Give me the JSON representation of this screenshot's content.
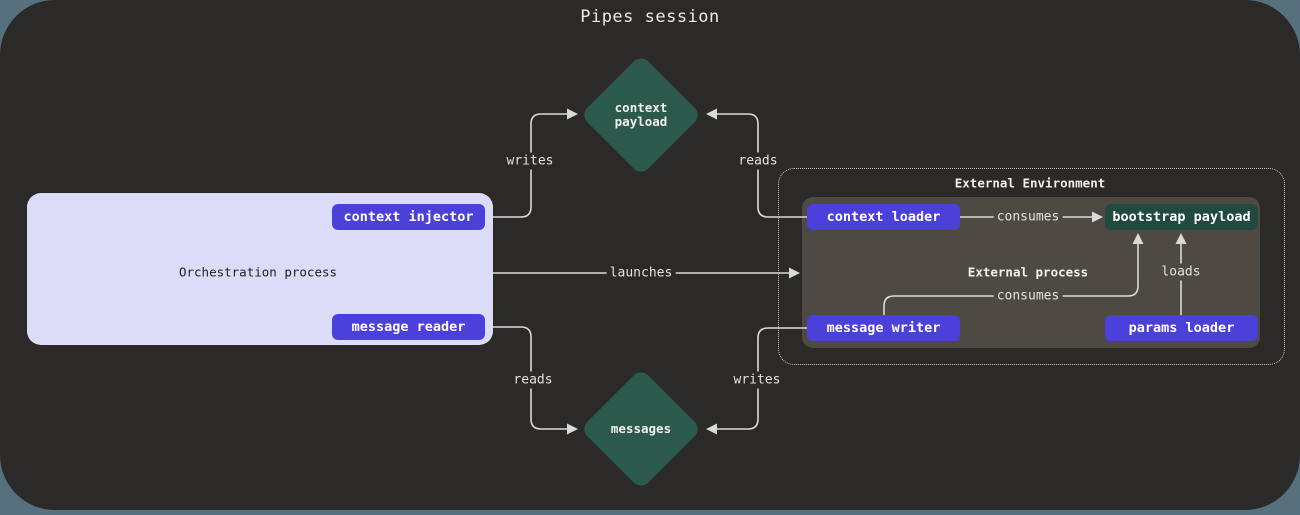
{
  "title": "Pipes session",
  "orchestration": {
    "label": "Orchestration process",
    "buttons": {
      "context_injector": "context injector",
      "message_reader": "message reader"
    }
  },
  "external_environment": {
    "title": "External Environment",
    "process": {
      "label": "External process",
      "buttons": {
        "context_loader": "context loader",
        "bootstrap_payload": "bootstrap payload",
        "message_writer": "message writer",
        "params_loader": "params loader"
      }
    }
  },
  "diamonds": {
    "context_payload": "context\npayload",
    "messages": "messages"
  },
  "edge_labels": {
    "writes_top": "writes",
    "reads_top": "reads",
    "launches": "launches",
    "reads_bottom": "reads",
    "writes_bottom": "writes",
    "consumes_top": "consumes",
    "consumes_bottom": "consumes",
    "loads": "loads"
  },
  "colors": {
    "page_bg": "#56707e",
    "canvas_bg": "#2b2a28",
    "node_purple": "#4c40da",
    "node_green": "#20493f",
    "diamond_green": "#2b5a4c",
    "orchestration_bg": "#dcdcf8",
    "process_bg": "#4e4a43",
    "line": "#d9d9d9"
  }
}
